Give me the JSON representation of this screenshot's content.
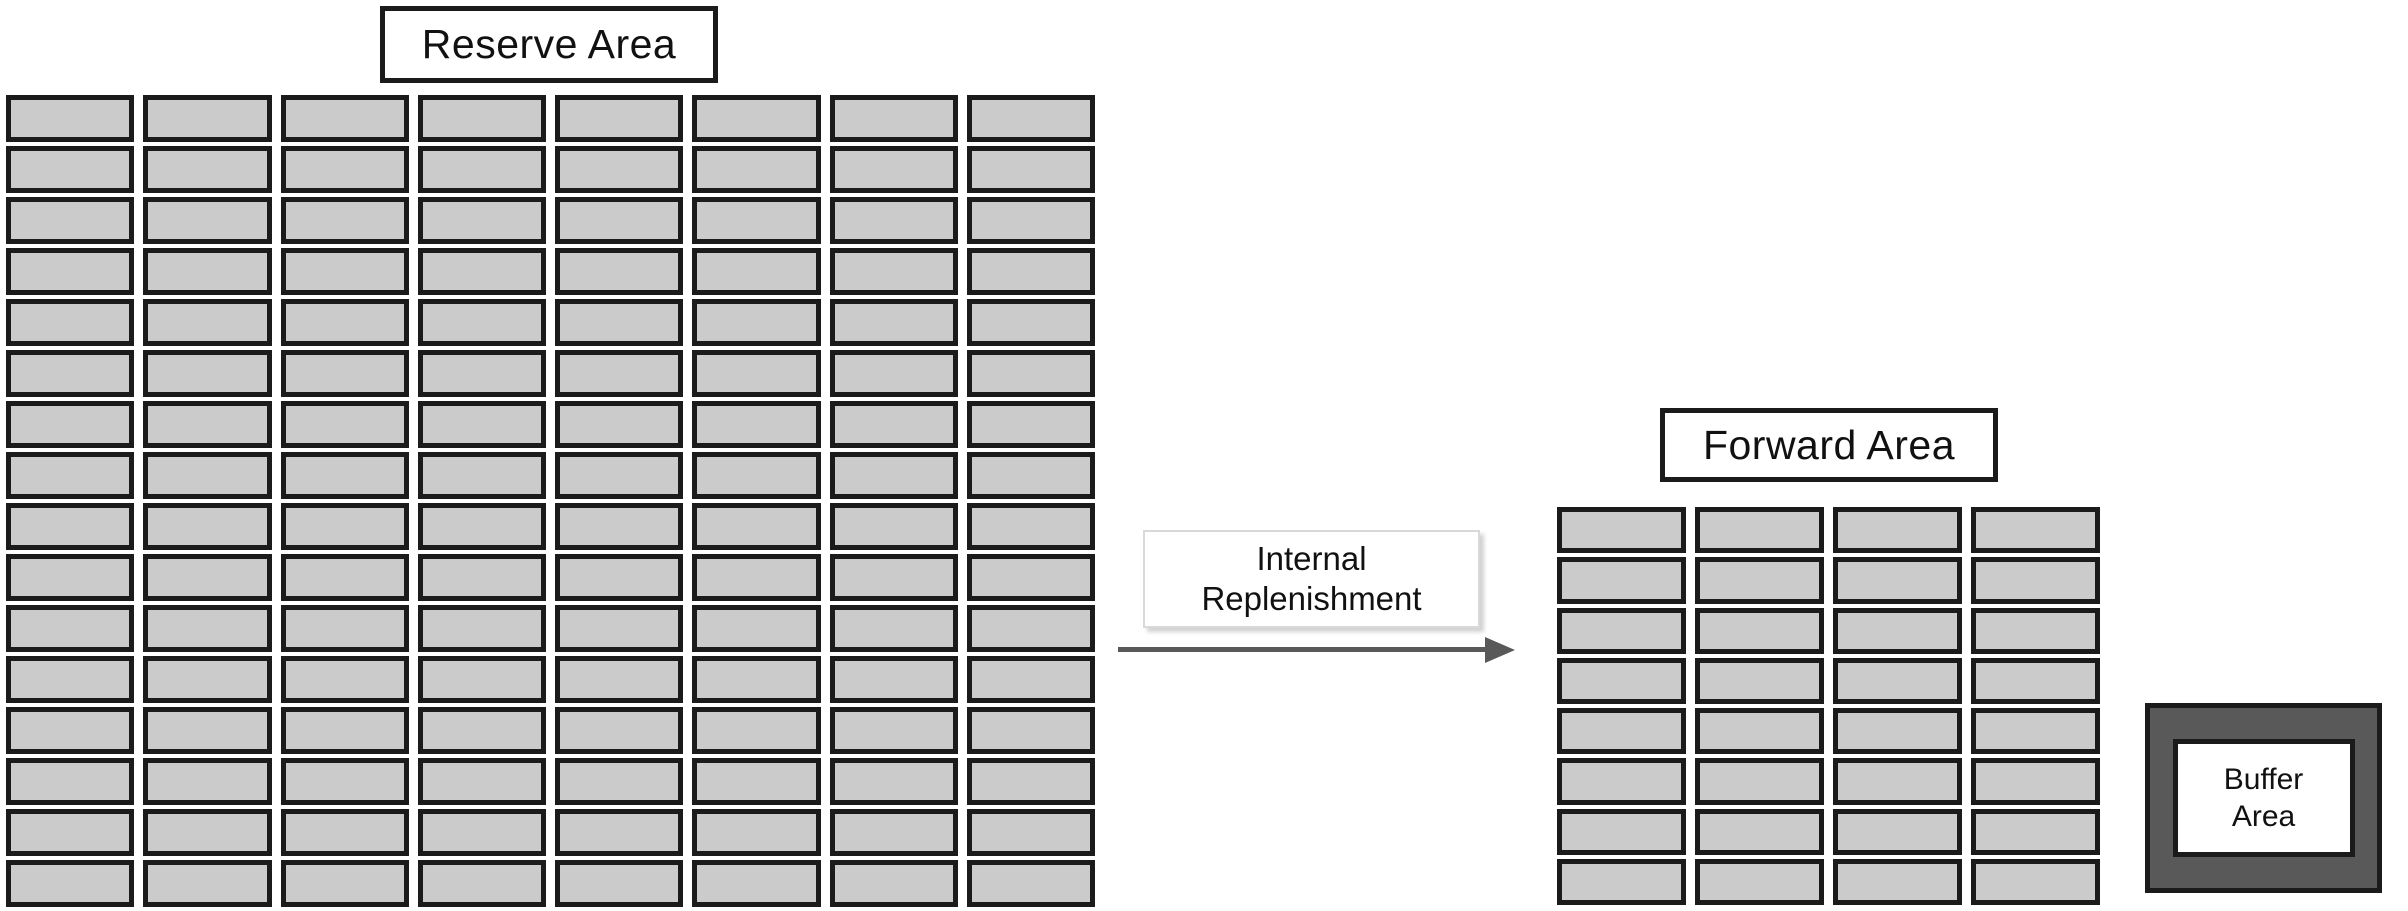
{
  "reserve": {
    "label": "Reserve Area",
    "rows": 16,
    "cols": 8
  },
  "forward": {
    "label": "Forward Area",
    "rows": 8,
    "cols": 4
  },
  "flow": {
    "label_line1": "Internal",
    "label_line2": "Replenishment"
  },
  "buffer": {
    "label_line1": "Buffer",
    "label_line2": "Area"
  },
  "colors": {
    "slot_fill": "#cbcbcb",
    "slot_border": "#1b1b1b",
    "label_border": "#1b1b1b",
    "buffer_fill": "#595959",
    "arrow": "#595959",
    "ir_border": "#d9d9d9",
    "background": "#ffffff"
  }
}
